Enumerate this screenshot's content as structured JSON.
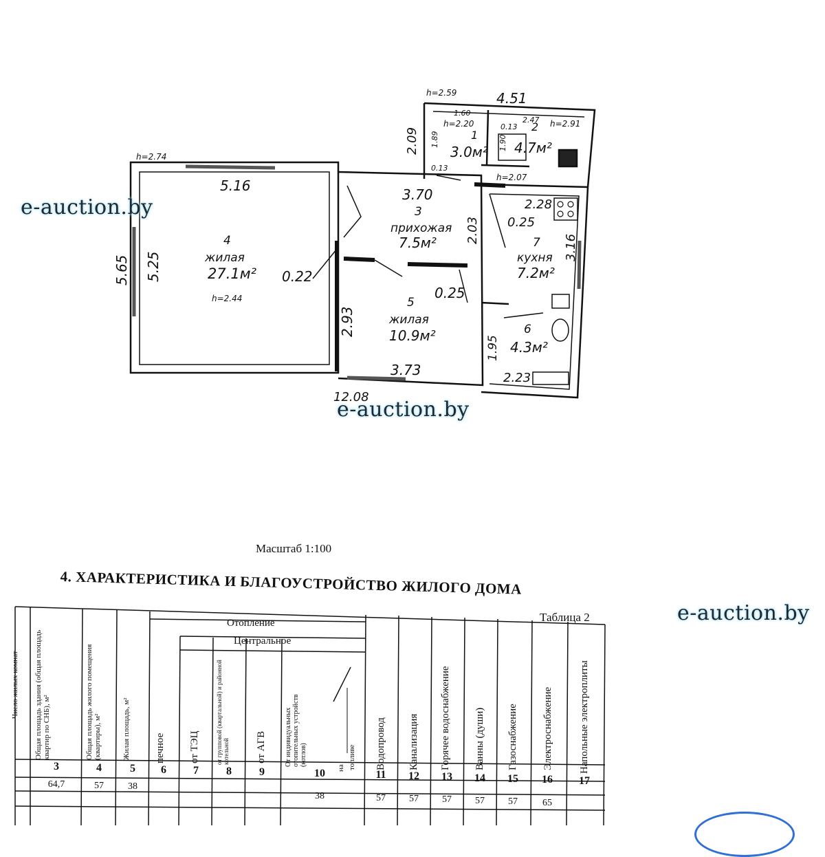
{
  "watermark": "e-auction.by",
  "plan": {
    "rooms": [
      {
        "no": "1",
        "area": "3.0м²",
        "name": ""
      },
      {
        "no": "2",
        "area": "4.7м²",
        "name": ""
      },
      {
        "no": "3",
        "area": "7.5м²",
        "name": "прихожая"
      },
      {
        "no": "4",
        "area": "27.1м²",
        "name": "жилая"
      },
      {
        "no": "5",
        "area": "10.9м²",
        "name": "жилая"
      },
      {
        "no": "6",
        "area": "4.3м²",
        "name": ""
      },
      {
        "no": "7",
        "area": "7.2м²",
        "name": "кухня"
      }
    ],
    "heights": [
      "h=2.59",
      "h=2.20",
      "h=2.91",
      "h=2.74",
      "h=2.07",
      "h=2.44"
    ],
    "dims": [
      "4.51",
      "1.60",
      "2.47",
      "0.13",
      "2.09",
      "1.89",
      "1.90",
      "0.13",
      "5.16",
      "3.70",
      "2.28",
      "0.25",
      "2.03",
      "3.16",
      "5.65",
      "5.25",
      "0.22",
      "0.25",
      "2.93",
      "1.95",
      "3.73",
      "2.23",
      "12.08"
    ]
  },
  "scale": "Масштаб   1:100",
  "section_title": "4. ХАРАКТЕРИСТИКА И БЛАГОУСТРОЙСТВО ЖИЛОГО ДОМА",
  "table_label": "Таблица 2",
  "table": {
    "group_heating": "Отопление",
    "group_central": "Центральное",
    "col_cut": "Число жилых комнат",
    "columns": [
      {
        "no": "3",
        "title": "Общая площадь здания (общая площадь квартир по СНБ), м²",
        "v1": "64,7",
        "v2": ""
      },
      {
        "no": "4",
        "title": "Общая площадь жилого помещения (квартиры), м²",
        "v1": "57",
        "v2": ""
      },
      {
        "no": "5",
        "title": "Жилая площадь, м²",
        "v1": "38",
        "v2": ""
      },
      {
        "no": "6",
        "title": "печное",
        "v1": "",
        "v2": ""
      },
      {
        "no": "7",
        "title": "от ТЭЦ",
        "v1": "",
        "v2": ""
      },
      {
        "no": "8",
        "title": "от групповой (квартальной) и районной котельной",
        "v1": "",
        "v2": ""
      },
      {
        "no": "9",
        "title": "от АГВ",
        "v1": "",
        "v2": ""
      },
      {
        "no": "10",
        "title": "От индивидуальных отопительных устройств (котлов)",
        "v1": "",
        "v2": "38"
      },
      {
        "no": "11",
        "title": "Водопровод",
        "v1": "",
        "v2": "57"
      },
      {
        "no": "12",
        "title": "Канализация",
        "v1": "",
        "v2": "57"
      },
      {
        "no": "13",
        "title": "Горячее водоснабжение",
        "v1": "",
        "v2": "57"
      },
      {
        "no": "14",
        "title": "Ванны (души)",
        "v1": "",
        "v2": "57"
      },
      {
        "no": "15",
        "title": "Газоснабжение",
        "v1": "",
        "v2": "57"
      },
      {
        "no": "16",
        "title": "Электроснабжение",
        "v1": "",
        "v2": "65"
      },
      {
        "no": "17",
        "title": "Напольные электроплиты",
        "v1": "",
        "v2": ""
      }
    ],
    "fuel_na": "на",
    "fuel_topl": "топливе"
  }
}
